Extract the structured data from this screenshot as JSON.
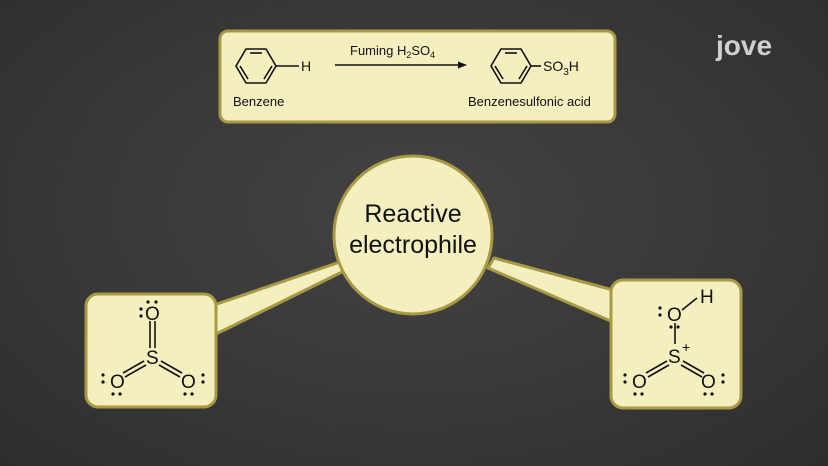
{
  "logo": {
    "text": "jove"
  },
  "reaction": {
    "reactant_label": "Benzene",
    "reactant_substituent": "H",
    "reagent_prefix": "Fuming H",
    "reagent_sub1": "2",
    "reagent_mid": "SO",
    "reagent_sub2": "4",
    "product_prefix": "SO",
    "product_sub": "3",
    "product_suffix": "H",
    "product_label": "Benzenesulfonic acid"
  },
  "center": {
    "line1": "Reactive",
    "line2": "electrophile"
  },
  "left_structure": {
    "top": "O",
    "center": "S",
    "left": "O",
    "right": "O"
  },
  "right_structure": {
    "top": "O",
    "h": "H",
    "center": "S",
    "charge": "+",
    "left": "O",
    "right": "O"
  },
  "colors": {
    "box_fill": "#f4efbf",
    "box_border": "#a89a45",
    "logo_j": "#d9d9d9",
    "logo_o": "#3a8fd0"
  }
}
